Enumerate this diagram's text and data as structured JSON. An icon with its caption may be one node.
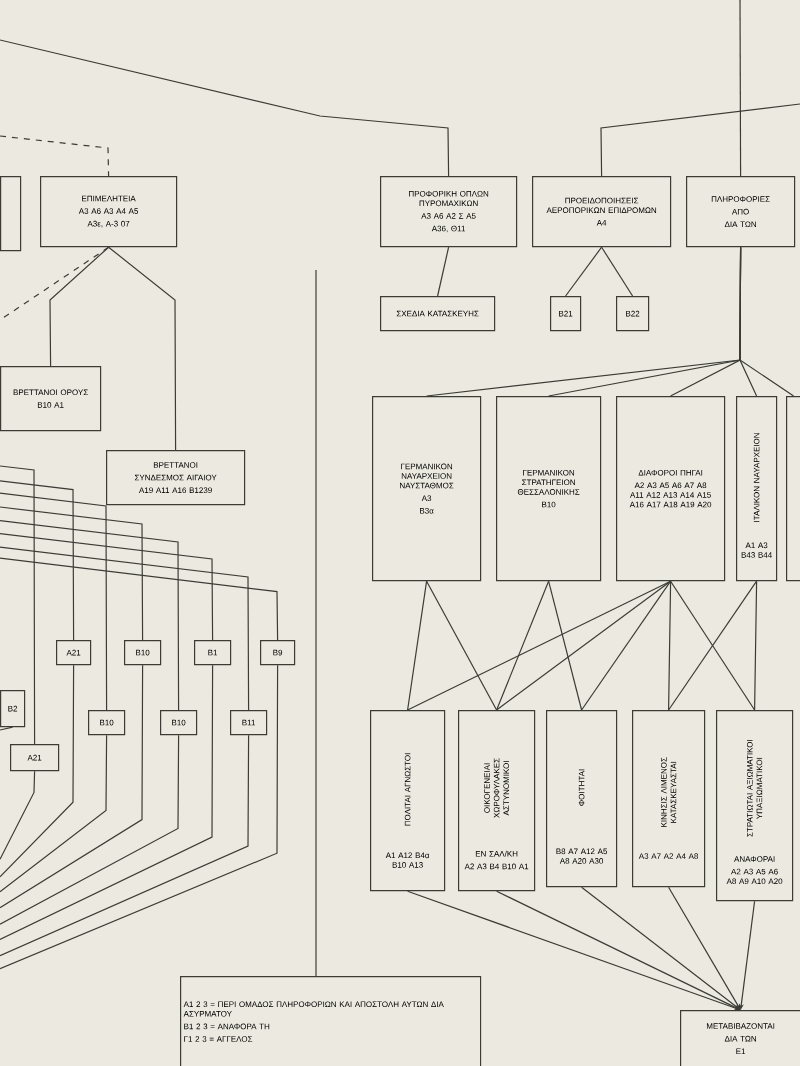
{
  "diagram": {
    "nodes": [
      {
        "text": [],
        "shape": "box"
      },
      {
        "text": [
          "ΕΠΙΜΕΛΗΤΕΙΑ",
          "Α3 Α6 Α3 Α4 Α5",
          "Α3ε, Α-3 07"
        ]
      },
      {
        "text": [
          "ΒΡΕΤΤΑΝΟΙ ΟΡΟΥΣ",
          "Β10 Α1"
        ]
      },
      {
        "text": [
          "ΒΡΕΤΤΑΝΟΙ",
          "ΣΥΝΔΕΣΜΟΣ ΑΙΓΑΙΟΥ",
          "Α19 Α11 Α16 Β1239"
        ]
      },
      {
        "text": [
          "ΠΡΟΦΟΡΙΚΗ ΟΠΛΩΝ ΠΥΡΟΜΑΧΙΚΩΝ",
          "Α3 Α6 Α2 Σ Α5",
          "Α36, Θ11"
        ]
      },
      {
        "text": [
          "ΣΧΕΔΙΑ ΚΑΤΑΣΚΕΥΗΣ"
        ]
      },
      {
        "text": [
          "ΠΡΟΕΙΔΟΠΟΙΗΣΕΙΣ ΑΕΡΟΠΟΡΙΚΩΝ ΕΠΙΔΡΟΜΩΝ",
          "Α4"
        ]
      },
      {
        "text": [
          "Β21"
        ]
      },
      {
        "text": [
          "Β22"
        ]
      },
      {
        "text": [
          "ΠΛΗΡΟΦΟΡΙΕΣ",
          "ΑΠΟ",
          "ΔΙΑ ΤΩΝ"
        ]
      },
      {
        "text": [
          "ΓΕΡΜΑΝΙΚΟΝ ΝΑΥΑΡΧΕΙΟΝ ΝΑΥΣΤΑΘΜΟΣ",
          "Α3",
          "Β3α"
        ]
      },
      {
        "text": [
          "ΓΕΡΜΑΝΙΚΟΝ ΣΤΡΑΤΗΓΕΙΟΝ ΘΕΣΣΑΛΟΝΙΚΗΣ",
          "Β10"
        ]
      },
      {
        "text": [
          "ΔΙΑΦΟΡΟΙ ΠΗΓΑΙ",
          "Α2 Α3 Α5 Α6 Α7 Α8 Α11 Α12 Α13 Α14 Α15 Α16 Α17 Α18 Α19 Α20"
        ]
      },
      {
        "text": [
          "ΙΤΑΛΙΚΟΝ ΝΑΥΑΡΧΕΙΟΝ",
          "Α1 Α3 Β43 Β44"
        ]
      },
      {
        "text": [],
        "shape": "box"
      },
      {
        "text": [
          "ΠΟΛΙΤΑΙ ΑΓΝΩΣΤΟΙ",
          "Α1 Α12 Β4α Β10 Α13"
        ]
      },
      {
        "text": [
          "ΟΙΚΟΓΕΝΕΙΑΙ ΧΩΡΟΦΥΛΑΚΕΣ ΑΣΤΥΝΟΜΙΚΟΙ",
          "ΕΝ ΣΑΛ/ΚΗ",
          "Α2 Α3 Β4 Β10 Α1"
        ]
      },
      {
        "text": [
          "ΦΟΙΤΗΤΑΙ",
          "Β8 Α7 Α12 Α5 Α8 Α20 Α30"
        ]
      },
      {
        "text": [
          "ΚΙΝΗΣΙΣ ΛΙΜΕΝΟΣ ΚΑΤΑΣΚΕΥΑΣΤΑΙ",
          "Α3 Α7 Α2 Α4 Α8"
        ]
      },
      {
        "text": [
          "ΣΤΡΑΤΙΩΤΑΙ ΑΞΙΩΜΑΤΙΚΟΙ ΥΠΑΞΙΩΜΑΤΙΚΟΙ",
          "ΑΝΑΦΟΡΑΙ",
          "Α2 Α3 Α5 Α6 Α8 Α9 Α10 Α20"
        ]
      },
      {
        "text": [
          "ΜΕΤΑΒΙΒΑΖΟΝΤΑΙ",
          "ΔΙΑ ΤΩΝ",
          "Ε1"
        ]
      },
      {
        "text": [
          "Α1 2 3 = ΠΕΡΙ ΟΜΑΔΟΣ ΠΛΗΡΟΦΟΡΙΩΝ ΚΑΙ ΑΠΟΣΤΟΛΗ ΑΥΤΩΝ ΔΙΑ ΑΣΥΡΜΑΤΟΥ",
          "Β1 2 3 = ΑΝΑΦΟΡΑ ΤΗ",
          "Γ1 2 3 = ΑΓΓΕΛΟΣ"
        ]
      },
      {
        "text": [
          "Β2"
        ]
      },
      {
        "text": [
          "Α21"
        ]
      },
      {
        "text": [
          "Α21"
        ]
      },
      {
        "text": [
          "Β10"
        ]
      },
      {
        "text": [
          "Β10"
        ]
      },
      {
        "text": [
          "Β10"
        ]
      },
      {
        "text": [
          "Β1"
        ]
      },
      {
        "text": [
          "Β11"
        ]
      },
      {
        "text": [
          "Β9"
        ]
      }
    ],
    "edges": [
      {
        "from": null,
        "to": 1,
        "arrow": "none",
        "style": "dashed"
      },
      {
        "from": 1,
        "to": null,
        "arrow": "none",
        "style": "dashed"
      },
      {
        "from": 1,
        "to": 2,
        "arrow": "none"
      },
      {
        "from": 1,
        "to": 3,
        "arrow": "none"
      },
      {
        "from": null,
        "to": 4,
        "arrow": "none"
      },
      {
        "from": null,
        "to": 6,
        "arrow": "none"
      },
      {
        "from": null,
        "to": 9,
        "arrow": "none"
      },
      {
        "from": 4,
        "to": 5,
        "arrow": "none"
      },
      {
        "from": 6,
        "to": 7,
        "arrow": "none"
      },
      {
        "from": 6,
        "to": 8,
        "arrow": "none"
      },
      {
        "from": 9,
        "to": 10,
        "arrow": "none"
      },
      {
        "from": 9,
        "to": 11,
        "arrow": "none"
      },
      {
        "from": 9,
        "to": 12,
        "arrow": "none"
      },
      {
        "from": 9,
        "to": 13,
        "arrow": "none"
      },
      {
        "from": 9,
        "to": 14,
        "arrow": "none"
      },
      {
        "from": 10,
        "to": 15,
        "arrow": "none"
      },
      {
        "from": 10,
        "to": 16,
        "arrow": "none"
      },
      {
        "from": 11,
        "to": 16,
        "arrow": "none"
      },
      {
        "from": 11,
        "to": 17,
        "arrow": "none"
      },
      {
        "from": 12,
        "to": 15,
        "arrow": "none"
      },
      {
        "from": 12,
        "to": 16,
        "arrow": "none"
      },
      {
        "from": 12,
        "to": 17,
        "arrow": "none"
      },
      {
        "from": 12,
        "to": 18,
        "arrow": "none"
      },
      {
        "from": 12,
        "to": 19,
        "arrow": "none"
      },
      {
        "from": 13,
        "to": 18,
        "arrow": "none"
      },
      {
        "from": 13,
        "to": 19,
        "arrow": "none"
      },
      {
        "from": 15,
        "to": 20,
        "arrow": "to"
      },
      {
        "from": 16,
        "to": 20,
        "arrow": "to"
      },
      {
        "from": 17,
        "to": 20,
        "arrow": "to"
      },
      {
        "from": 18,
        "to": 20,
        "arrow": "to"
      },
      {
        "from": 19,
        "to": 20,
        "arrow": "to"
      },
      {
        "from": null,
        "to": 21,
        "arrow": "none"
      },
      {
        "from": null,
        "to": 23,
        "arrow": "none"
      },
      {
        "from": null,
        "to": 24,
        "arrow": "none"
      },
      {
        "from": null,
        "to": 25,
        "arrow": "none"
      },
      {
        "from": null,
        "to": 26,
        "arrow": "none"
      },
      {
        "from": null,
        "to": 27,
        "arrow": "none"
      },
      {
        "from": null,
        "to": 28,
        "arrow": "none"
      },
      {
        "from": null,
        "to": 29,
        "arrow": "none"
      },
      {
        "from": null,
        "to": 30,
        "arrow": "none"
      },
      {
        "from": 22,
        "to": null,
        "arrow": "none"
      },
      {
        "from": 23,
        "to": null,
        "arrow": "none"
      },
      {
        "from": 24,
        "to": null,
        "arrow": "none"
      },
      {
        "from": 25,
        "to": null,
        "arrow": "none"
      },
      {
        "from": 26,
        "to": null,
        "arrow": "none"
      },
      {
        "from": 27,
        "to": null,
        "arrow": "none"
      },
      {
        "from": 28,
        "to": null,
        "arrow": "none"
      },
      {
        "from": 29,
        "to": null,
        "arrow": "none"
      },
      {
        "from": 30,
        "to": null,
        "arrow": "none"
      }
    ]
  }
}
